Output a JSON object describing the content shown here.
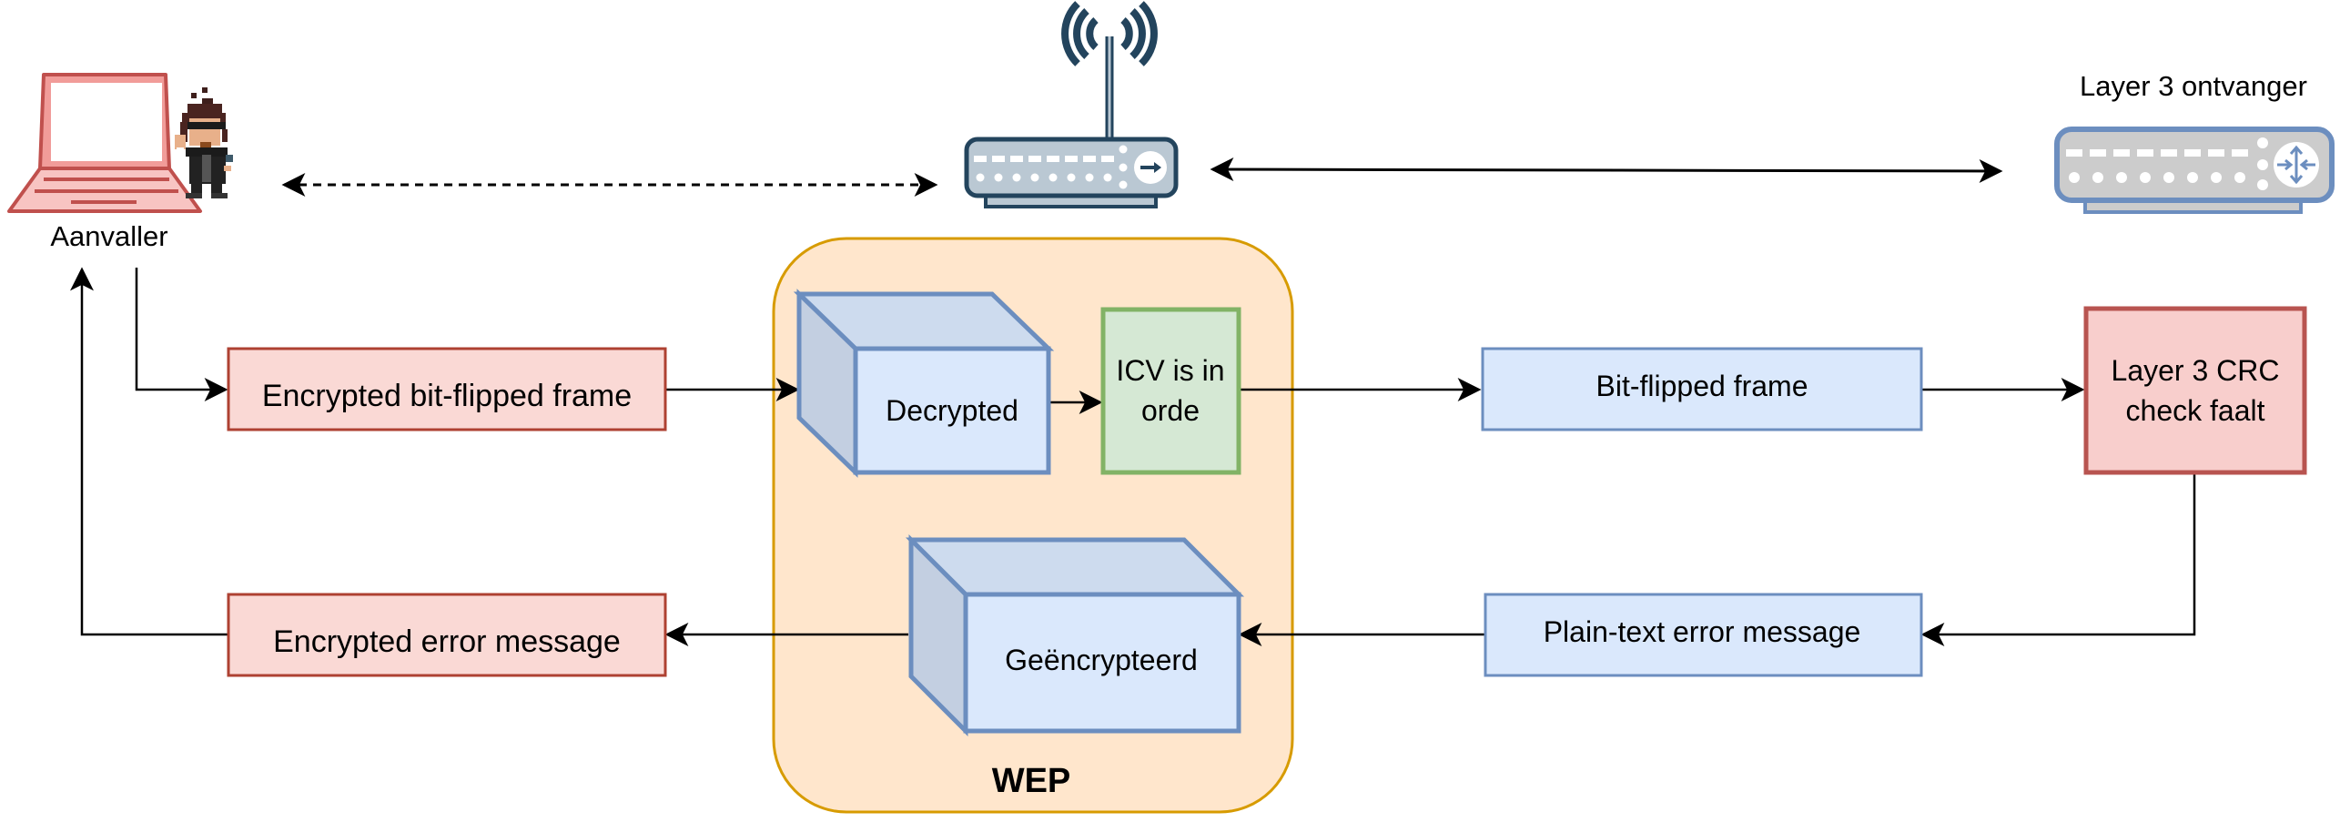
{
  "nodes": {
    "attacker": {
      "label": "Aanvaller"
    },
    "access_point": {
      "label": ""
    },
    "receiver": {
      "label": "Layer 3 ontvanger"
    },
    "encrypted_bitflipped_frame": {
      "label": "Encrypted bit-flipped frame"
    },
    "decrypted": {
      "label": "Decrypted"
    },
    "icv_ok": {
      "line1": "ICV is in",
      "line2": "orde"
    },
    "bitflipped_frame": {
      "label": "Bit-flipped frame"
    },
    "crc_fail": {
      "line1": "Layer 3 CRC",
      "line2": "check faalt"
    },
    "plaintext_error": {
      "label": "Plain-text error message"
    },
    "encrypted_again": {
      "label": "Geëncrypteerd"
    },
    "encrypted_error": {
      "label": "Encrypted error message"
    },
    "wep_group": {
      "label": "WEP"
    }
  },
  "edges": [
    {
      "from": "attacker",
      "to": "access_point",
      "style": "dashed",
      "direction": "both"
    },
    {
      "from": "access_point",
      "to": "receiver",
      "style": "solid",
      "direction": "both"
    },
    {
      "from": "attacker",
      "to": "encrypted_bitflipped_frame",
      "style": "solid"
    },
    {
      "from": "encrypted_bitflipped_frame",
      "to": "decrypted",
      "style": "solid"
    },
    {
      "from": "decrypted",
      "to": "icv_ok",
      "style": "solid"
    },
    {
      "from": "icv_ok",
      "to": "bitflipped_frame",
      "style": "solid"
    },
    {
      "from": "bitflipped_frame",
      "to": "crc_fail",
      "style": "solid"
    },
    {
      "from": "crc_fail",
      "to": "plaintext_error",
      "style": "solid"
    },
    {
      "from": "plaintext_error",
      "to": "encrypted_again",
      "style": "solid"
    },
    {
      "from": "encrypted_again",
      "to": "encrypted_error",
      "style": "solid"
    },
    {
      "from": "encrypted_error",
      "to": "attacker",
      "style": "solid"
    }
  ],
  "colors": {
    "red_fill": "#fad9d5",
    "red_stroke": "#ae4132",
    "crc_fill": "#f8cecc",
    "crc_stroke": "#b85450",
    "blue_fill": "#dae8fc",
    "blue_stroke": "#6c8ebf",
    "green_fill": "#d5e8d4",
    "green_stroke": "#82b366",
    "wep_fill": "#ffe6cc",
    "wep_stroke": "#d79b00",
    "router_dark": "#23445d",
    "router_fill": "#bac8d3",
    "switch_fill": "#cccccc"
  }
}
